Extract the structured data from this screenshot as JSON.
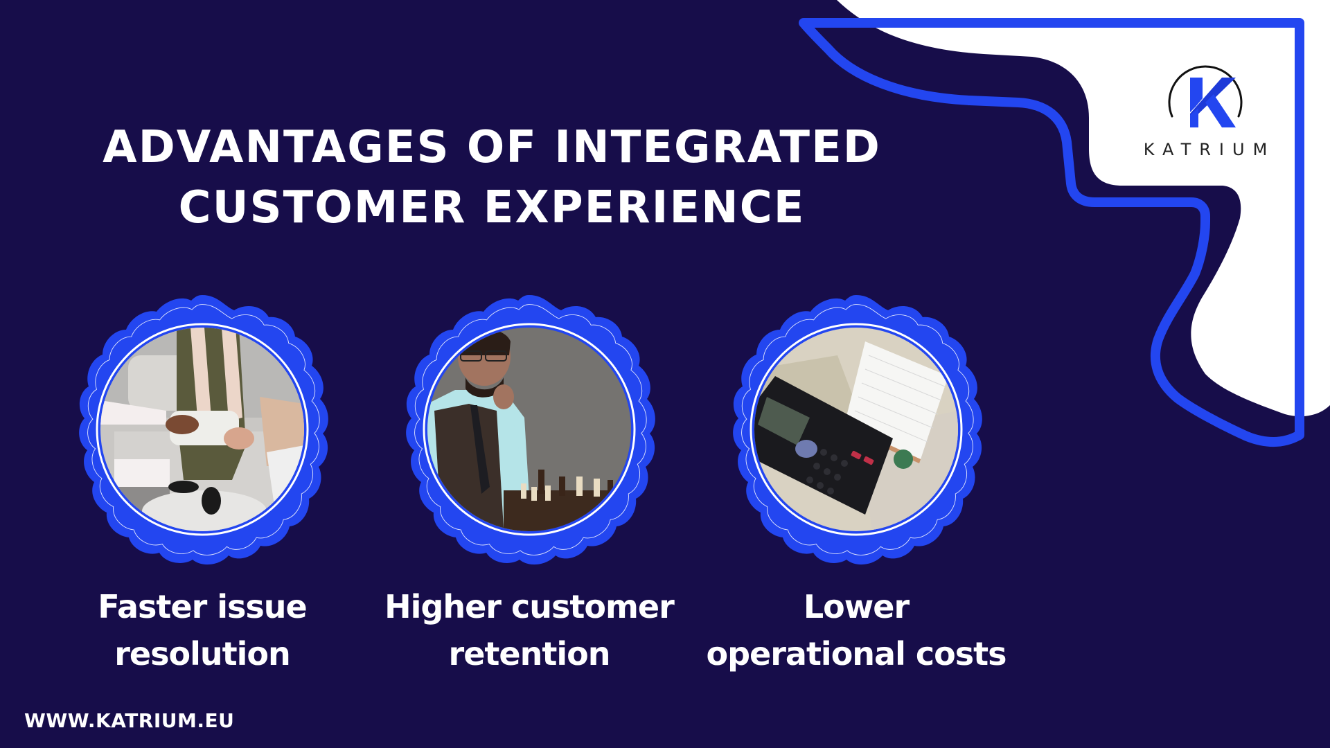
{
  "colors": {
    "background": "#170d4a",
    "accent_blue": "#2346f0",
    "white": "#ffffff",
    "logo_text": "#222222"
  },
  "title": {
    "line1": "ADVANTAGES OF INTEGRATED",
    "line2": "CUSTOMER EXPERIENCE"
  },
  "logo": {
    "mark": "K",
    "name": "KATRIUM"
  },
  "cards": [
    {
      "image_subject": "people holding hands on a couch",
      "caption_line1": "Faster issue",
      "caption_line2": "resolution"
    },
    {
      "image_subject": "thoughtful man at a chess board",
      "caption_line1": "Higher customer",
      "caption_line2": "retention"
    },
    {
      "image_subject": "calculator on dollar bills with notepad",
      "caption_line1": "Lower",
      "caption_line2": "operational costs"
    }
  ],
  "footer": {
    "url": "WWW.KATRIUM.EU"
  }
}
